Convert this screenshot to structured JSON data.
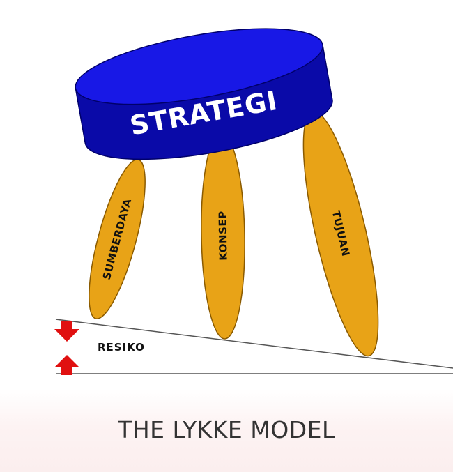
{
  "diagram": {
    "seat_label": "STRATEGI",
    "legs": [
      {
        "label": "SUMBERDAYA"
      },
      {
        "label": "KONSEP"
      },
      {
        "label": "TUJUAN"
      }
    ],
    "risk_label": "RESIKO",
    "caption": "THE LYKKE MODEL"
  },
  "colors": {
    "seat": "#1414e0",
    "seat_dark": "#0a0aa8",
    "leg": "#e8a317",
    "leg_outline": "#8a5a00",
    "arrow": "#e01010",
    "line": "#555555"
  }
}
